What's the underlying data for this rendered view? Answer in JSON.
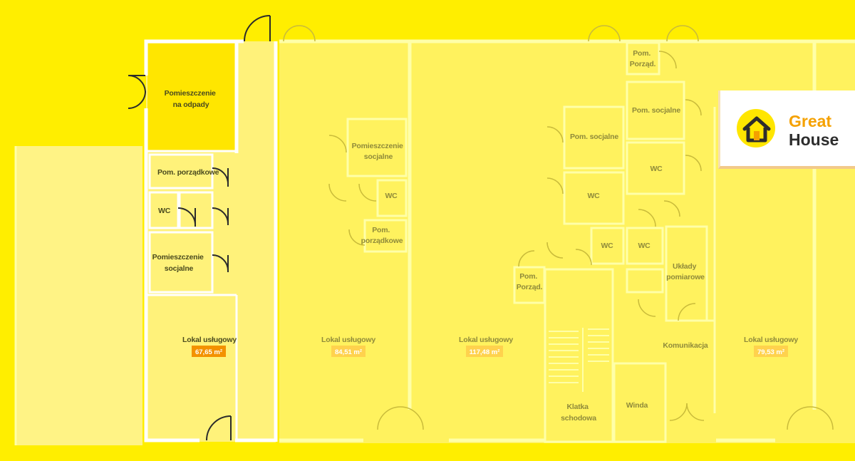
{
  "colors": {
    "background": "#FFEE00",
    "wall": "#FFFFFF",
    "active_unit": "#FFF27A",
    "waste_room": "#FFE600",
    "area_badge_active": "#F39200",
    "area_badge_dim": "#FFD24D",
    "logo_orange": "#F5A100"
  },
  "rooms": {
    "waste": "Pomieszczenie na odpady",
    "cleaning_1": "Pom. porządkowe",
    "wc_1": "WC",
    "social_1": "Pomieszczenie socjalne",
    "social_2": "Pomieszczenie socjalne",
    "wc_2": "WC",
    "cleaning_2": "Pom. porządkowe",
    "cleaning_3": "Pom. Porząd.",
    "social_3": "Pom. socjalne",
    "social_4": "Pom. socjalne",
    "wc_3": "WC",
    "wc_4": "WC",
    "wc_5": "WC",
    "wc_6": "WC",
    "cleaning_4": "Pom. Porząd.",
    "meters": "Układy pomiarowe",
    "staircase": "Klatka schodowa",
    "elevator": "Winda",
    "communication": "Komunikacja"
  },
  "units": [
    {
      "label": "Lokal usługowy",
      "area": "67,65 m²",
      "active": true
    },
    {
      "label": "Lokal usługowy",
      "area": "84,51 m²",
      "active": false
    },
    {
      "label": "Lokal usługowy",
      "area": "117,48 m²",
      "active": false
    },
    {
      "label": "Lokal usługowy",
      "area": "79,53 m²",
      "active": false
    }
  ],
  "logo": {
    "line1": "Great",
    "line2": "House",
    "icon": "house-icon"
  }
}
